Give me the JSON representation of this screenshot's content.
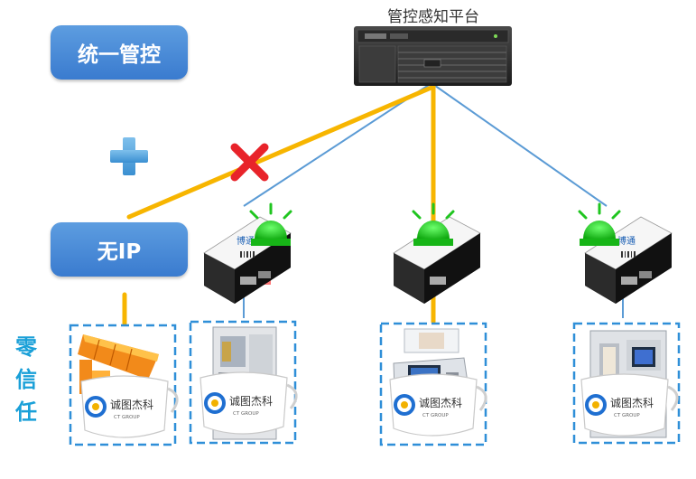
{
  "platform": {
    "title": "管控感知平台"
  },
  "labels": {
    "unified_control": "统一管控",
    "no_ip": "无IP",
    "zero_trust_chars": [
      "零",
      "信",
      "任"
    ]
  },
  "gateway": {
    "label": "博通"
  },
  "brand": {
    "name": "诚图杰科",
    "sub": "CT GROUP"
  },
  "colors": {
    "pill_blue": "#3d7fd0",
    "yellow_link": "#f7b500",
    "blue_link": "#5b9bd5",
    "cross_red": "#e8232a",
    "alarm_green": "#1fc51f",
    "alarm_red": "#ff4040",
    "zero_trust_text": "#1aa0d8",
    "dashed_border": "#2f8fd8"
  },
  "icons": {
    "server": "rack-server-icon",
    "plus": "plus-icon",
    "cross": "cross-icon",
    "gateway": "gateway-device-icon",
    "alarm": "alarm-light-icon",
    "camera": "surveillance-camera-icon",
    "terminal": "self-service-terminal-icon",
    "shield": "shield-logo-icon"
  }
}
